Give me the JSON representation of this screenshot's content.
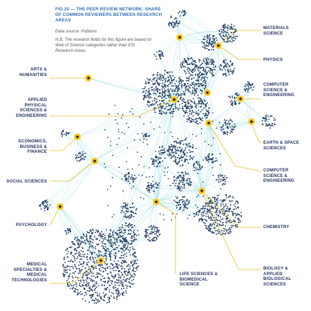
{
  "figure": {
    "title": "FIG.20 — THE PEER REVIEW NETWORK: SHARE OF COMMON REVIEWERS BETWEEN RESEARCH AREAS",
    "source": "Data source: Publons",
    "note": "N.B. The research fields for this figure are based on Web of Science categories rather than ESI Research Areas."
  },
  "colors": {
    "node": "#1f3a63",
    "edge": "#8fd6de",
    "hub": "#f2c81a",
    "leader": "#e3c21d",
    "label": "#1f2d5a",
    "title": "#2b6cb0"
  },
  "labels": {
    "materials_science": "MATERIALS SCIENCE",
    "physics": "PHYSICS",
    "cs_eng_1": "COMPUTER SCIENCE & ENGINEERING",
    "earth_space": "EARTH & SPACE SCIENCES",
    "cs_eng_2": "COMPUTER SCIENCE & ENGINEERING",
    "chemistry": "CHEMISTRY",
    "biology": "BIOLOGY & APPLIED BIOLOGICAL SCIENCES",
    "life_sciences": "LIFE SCIENCES & BIOMEDICAL SCIENCE",
    "medical": "MEDICAL SPECIALTIES & MEDICAL TECHNOLOGIES",
    "psychology": "PSYCHOLOGY",
    "social_sciences": "SOCIAL SCIENCES",
    "economics": "ECONOMICS, BUSINESS & FINANCE",
    "applied_physical": "APPLIED PHYSICAL SCIENCES & ENGINEERING",
    "arts_humanities": "ARTS & HUMANITIES"
  }
}
